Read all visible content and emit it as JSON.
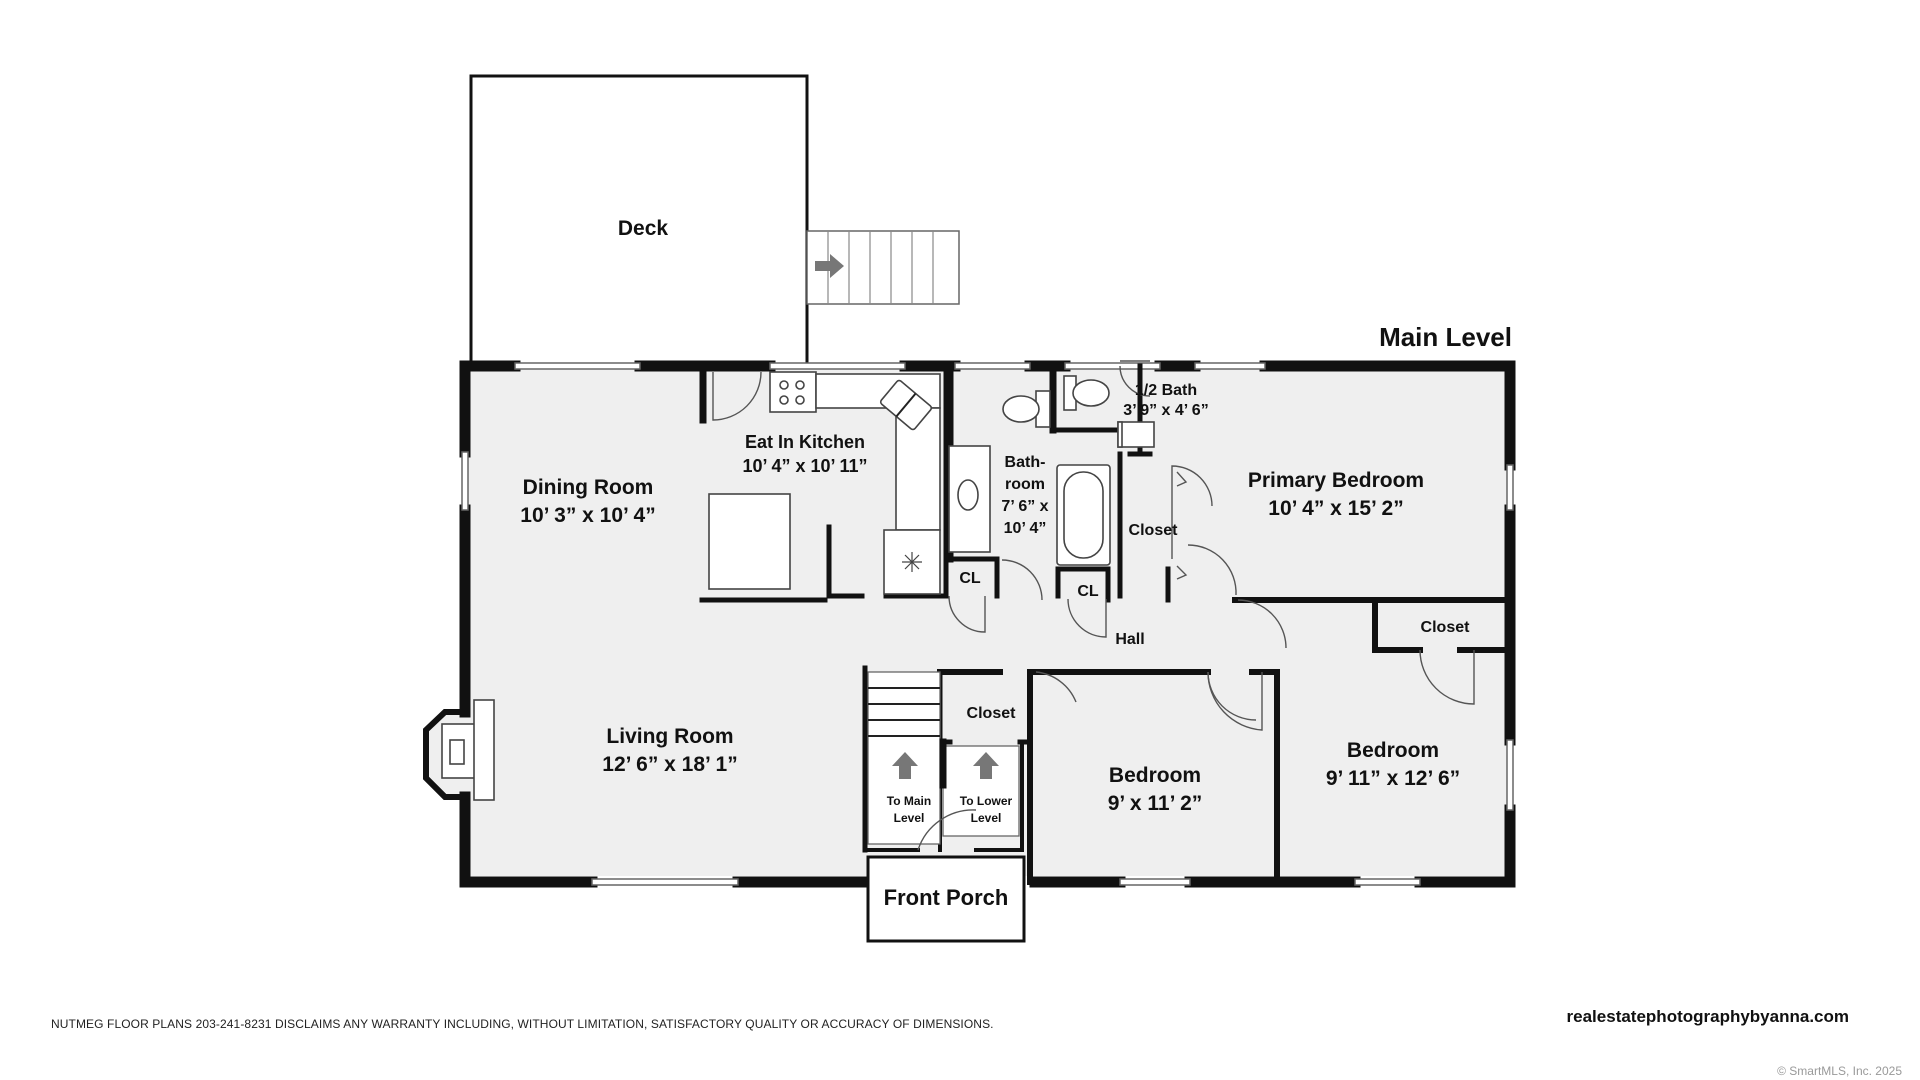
{
  "plan": {
    "level_title": "Main Level",
    "rooms": {
      "deck": {
        "name": "Deck"
      },
      "kitchen": {
        "name": "Eat In Kitchen",
        "dims": "10’ 4” x 10’ 11”"
      },
      "dining": {
        "name": "Dining Room",
        "dims": "10’ 3” x 10’ 4”"
      },
      "bathroom": {
        "line1": "Bath-",
        "line2": "room",
        "line3": "7’ 6” x",
        "line4": "10’ 4”"
      },
      "half_bath": {
        "name": "1/2 Bath",
        "dims": "3’ 9” x 4’ 6”"
      },
      "primary": {
        "name": "Primary Bedroom",
        "dims": "10’ 4” x 15’ 2”"
      },
      "closet_primary": {
        "name": "Closet"
      },
      "cl_1": {
        "name": "CL"
      },
      "cl_2": {
        "name": "CL"
      },
      "hall": {
        "name": "Hall"
      },
      "closet_right": {
        "name": "Closet"
      },
      "closet_mid": {
        "name": "Closet"
      },
      "living": {
        "name": "Living Room",
        "dims": "12’ 6” x 18’ 1”"
      },
      "bedroom_mid": {
        "name": "Bedroom",
        "dims": "9’ x 11’ 2”"
      },
      "bedroom_right": {
        "name": "Bedroom",
        "dims": "9’ 11” x 12’ 6”"
      },
      "stairs_main": {
        "line1": "To Main",
        "line2": "Level"
      },
      "stairs_lower": {
        "line1": "To Lower",
        "line2": "Level"
      },
      "porch": {
        "name": "Front Porch"
      }
    }
  },
  "footer": {
    "disclaimer": "NUTMEG FLOOR PLANS 203-241-8231 DISCLAIMS ANY WARRANTY INCLUDING, WITHOUT LIMITATION, SATISFACTORY QUALITY OR ACCURACY OF DIMENSIONS.",
    "website": "realestatephotographybyanna.com",
    "copyright": "© SmartMLS, Inc.  2025"
  }
}
